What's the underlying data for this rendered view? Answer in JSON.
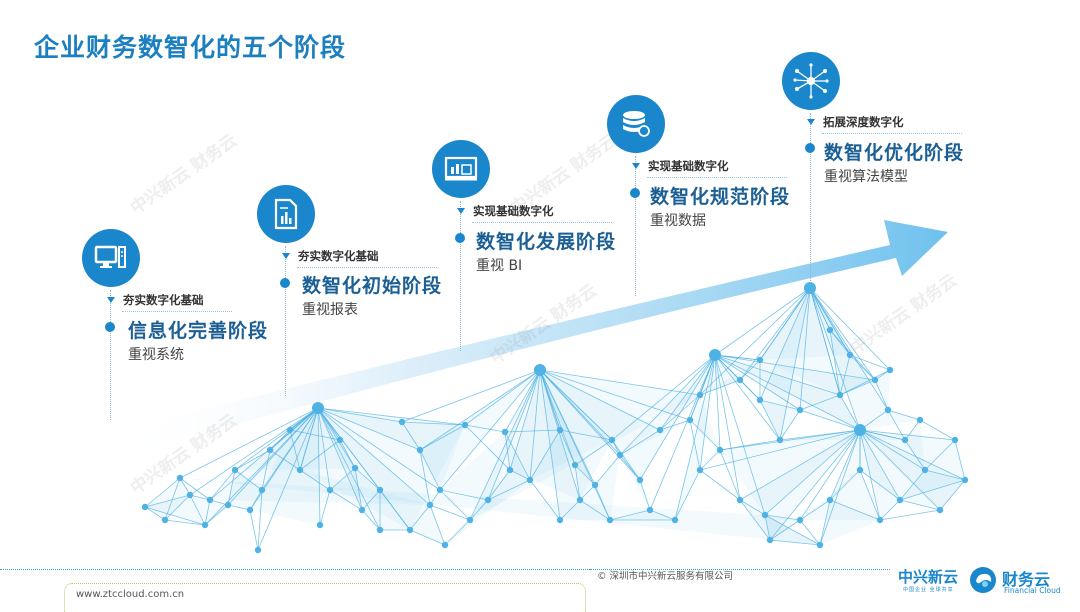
{
  "title": "企业财务数智化的五个阶段",
  "watermark_text": "中兴新云 财务云",
  "stages": [
    {
      "icon": "computer-icon",
      "subtitle": "夯实数字化基础",
      "title": "信息化完善阶段",
      "desc": "重视系统"
    },
    {
      "icon": "report-document-icon",
      "subtitle": "夯实数字化基础",
      "title": "数智化初始阶段",
      "desc": "重视报表"
    },
    {
      "icon": "bi-dashboard-icon",
      "subtitle": "实现基础数字化",
      "title": "数智化发展阶段",
      "desc": "重视 BI"
    },
    {
      "icon": "database-cloud-icon",
      "subtitle": "实现基础数字化",
      "title": "数智化规范阶段",
      "desc": "重视数据"
    },
    {
      "icon": "network-algorithm-icon",
      "subtitle": "拓展深度数字化",
      "title": "数智化优化阶段",
      "desc": "重视算法模型"
    }
  ],
  "footer": {
    "url": "www.ztccloud.com.cn",
    "copyright": "© 深圳市中兴新云服务有限公司",
    "logo_left": "中兴新云",
    "logo_left_sub": "中国企业 全球共享",
    "logo_right": "财务云",
    "logo_right_sub": "Financial Cloud"
  },
  "colors": {
    "accent": "#1a86cc",
    "title": "#1c7fc0",
    "stage_title": "#1c5f94",
    "network": "#4fb2e4"
  }
}
